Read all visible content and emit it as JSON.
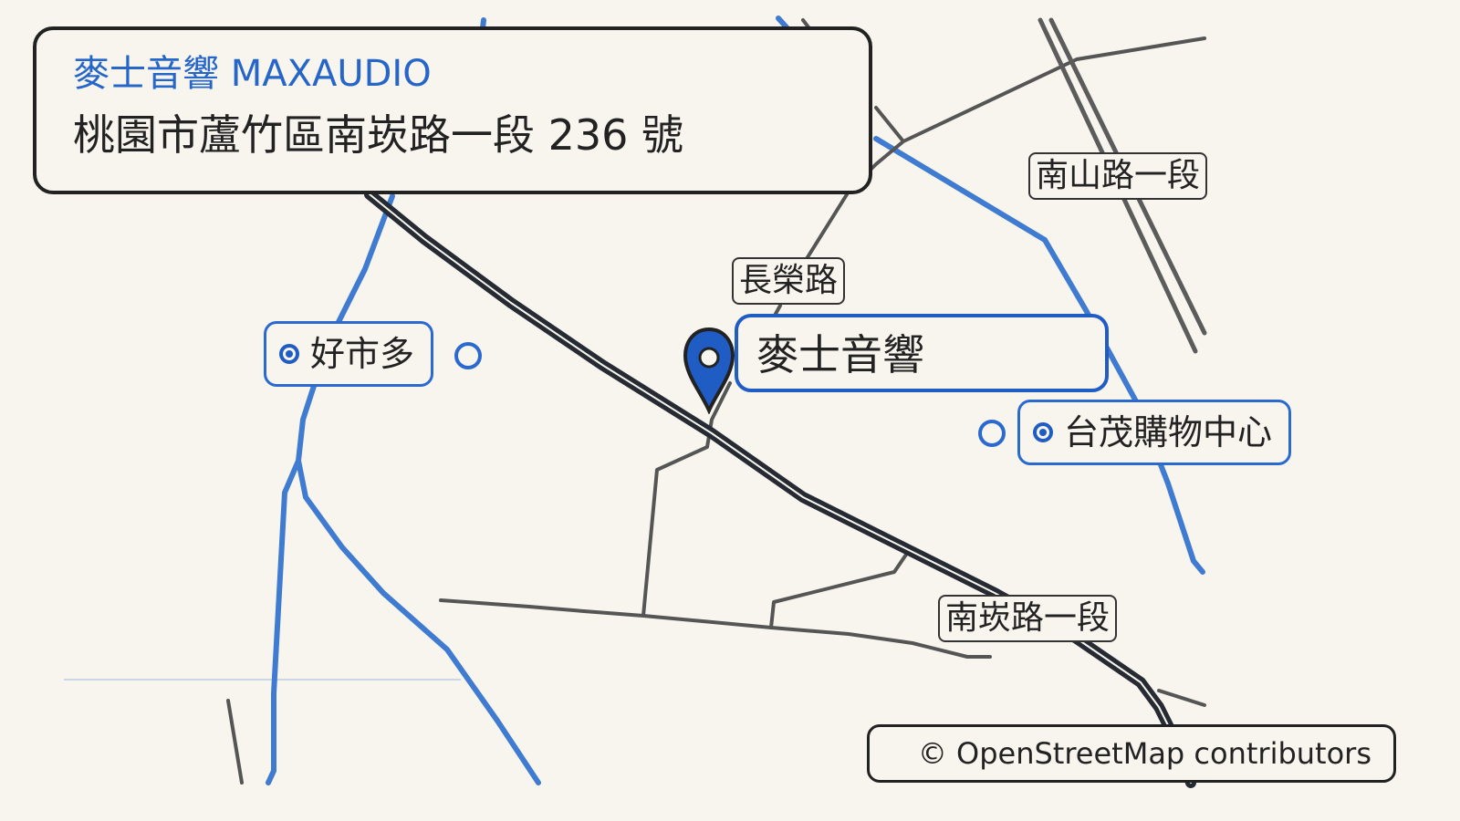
{
  "map": {
    "colors": {
      "background": "#f8f5ee",
      "major_road": "#262a33",
      "minor_road": "#555555",
      "blue_road": "#3f7bd1",
      "accent": "#1f5cc4"
    }
  },
  "info_box": {
    "name": "麥士音響 MAXAUDIO",
    "address": "桃園市蘆竹區南崁路一段 236 號"
  },
  "marker": {
    "label": "麥士音響",
    "icon": "map-pin-icon"
  },
  "road_labels": {
    "nanshan": "南山路一段",
    "changrong": "長榮路",
    "nankan": "南崁路一段"
  },
  "pois": {
    "costco": "好市多",
    "taimall": "台茂購物中心"
  },
  "attribution": "© OpenStreetMap contributors"
}
